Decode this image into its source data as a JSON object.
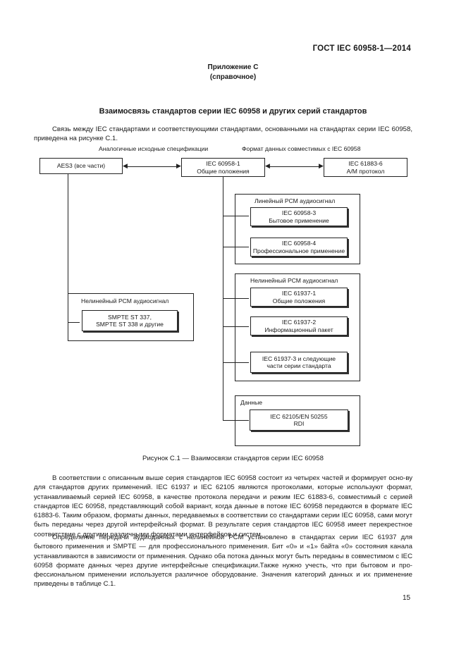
{
  "header": {
    "doc_id": "ГОСТ IEC 60958-1—2014"
  },
  "appendix": {
    "title": "Приложение С",
    "note": "(справочное)"
  },
  "section_title": "Взаимосвязь стандартов серии IEC 60958 и других серий стандартов",
  "intro": "Связь между IEC стандартами и соответствующими стандартами, основанными на стандартах серии IEC 60958, приведена на рисунке С.1.",
  "diagram": {
    "label_left": "Аналогичные исходные спецификации",
    "label_right": "Формат данных  совместимых с IEC 60958",
    "aes3": "AES3 (все части)",
    "center_l1": "IEC 60958-1",
    "center_l2": "Общие положения",
    "right_l1": "IEC 61883-6",
    "right_l2": "A/M протокол",
    "linear": {
      "label": "Линейный РСМ аудиосигнал",
      "box1_l1": "IEC 60958-3",
      "box1_l2": "Бытовое применение",
      "box2_l1": "IEC 60958-4",
      "box2_l2": "Профессиональное применение"
    },
    "nonlinear": {
      "label": "Нелинейный РСМ аудиосигнал",
      "box1_l1": "IEC 61937-1",
      "box1_l2": "Общие положения",
      "box2_l1": "IEC 61937-2",
      "box2_l2": "Информационный пакет",
      "box3_l1": "IEC 61937-3 и следующие",
      "box3_l2": "части серии стандарта"
    },
    "smpte": {
      "label": "Нелинейный РСМ аудиосигнал",
      "l1": "SMPTE ST 337,",
      "l2": "SMPTE ST 338 и другие"
    },
    "data": {
      "label": "Данные",
      "l1": "IEC 62105/EN 50255",
      "l2": "RDI"
    }
  },
  "figure_caption": "Рисунок С.1 — Взаимосвязи стандартов серии IEC 60958",
  "para1": "В соответствии с описанным выше серия стандартов IEC 60958 состоит из четырех частей и формирует осно-ву для стандартов других применений. IEC 61937 и IEC 62105 являются протоколами, которые используют формат, устанавливаемый серией IEC 60958, в качестве протокола передачи и режим IEC 61883-6, совместимый с серией стандартов IEC 60958, представляющий собой вариант, когда данные в потоке IEC 60958 передаются в формате IEC 61883-6. Таким образом, форматы данных, передаваемых в соответствии со стандартами серии IEC 60958, сами могут быть переданы через другой интерфейсный формат. В результате серия стандартов IEC 60958 имеет перекрестное соответствие с другими различными форматами интерфейсов и систем.",
  "para2": "Определение передачи аудиоданных с нелинейной РСМ установлено в стандартах серии IEC 61937 для бытового применения и SMPTE — для профессионального применения. Бит «0» и «1» байта «0» состояния канала устанавливаются в зависимости от применения. Однако оба потока данных могут быть переданы в совместимом с IEC 60958 формате данных через другие интерфейсные спецификации.Также нужно учесть, что при бытовом и про-фессиональном применении используется различное оборудование. Значения категорий данных и их применение приведены в таблице С.1.",
  "page_number": "15"
}
